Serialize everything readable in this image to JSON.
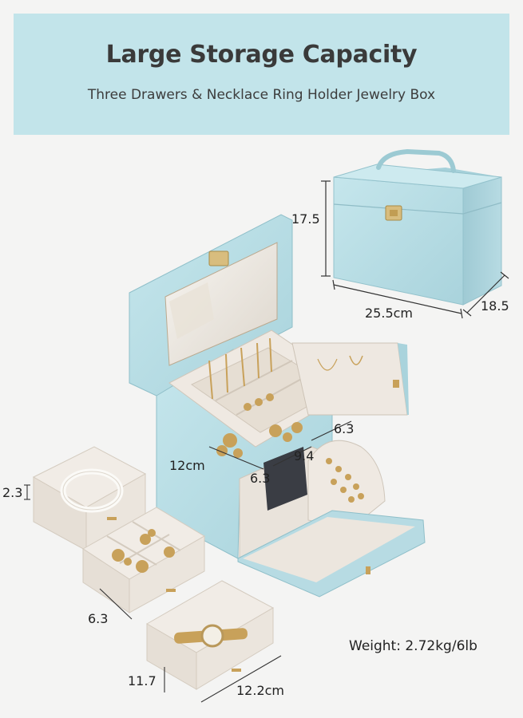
{
  "header": {
    "title": "Large Storage Capacity",
    "subtitle": "Three Drawers & Necklace Ring Holder Jewelry Box"
  },
  "dimensions": {
    "height": "17.5",
    "width": "25.5cm",
    "depth": "18.5",
    "tray_width": "12cm",
    "tray_depth": "6.3",
    "tray_length": "9.4",
    "top_tray_depth": "6.3",
    "small_tray_height": "2.3",
    "middle_tray_depth": "6.3",
    "bottom_tray_height": "11.7",
    "bottom_tray_width": "12.2cm"
  },
  "weight": "Weight: 2.72kg/6lb",
  "colors": {
    "banner": "#c2e4ea",
    "box_blue": "#b8dde5",
    "velvet": "#efe9e3",
    "gold": "#c8a15a"
  }
}
